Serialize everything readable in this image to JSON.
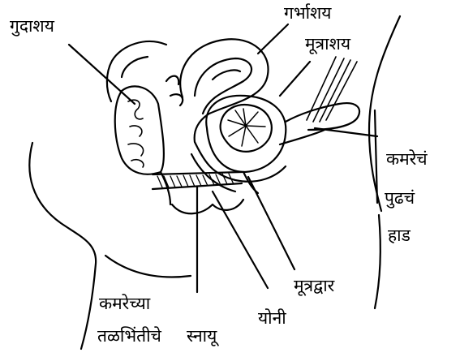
{
  "labels": {
    "rectum": "गुदाशय",
    "uterus": "गर्भाशय",
    "bladder": "मूत्राशय",
    "pubic_bone_line1": "कमरेचं",
    "pubic_bone_line2": "पुढचं",
    "pubic_bone_line3": "हाड",
    "urethra": "मूत्रद्वार",
    "vagina": "योनी",
    "pelvic_floor_line1": "कमरेच्या",
    "pelvic_floor_line2": "तळभिंतीचे",
    "pelvic_floor_line3": "स्नायू"
  },
  "colors": {
    "ink": "#000000",
    "paper": "#ffffff"
  }
}
